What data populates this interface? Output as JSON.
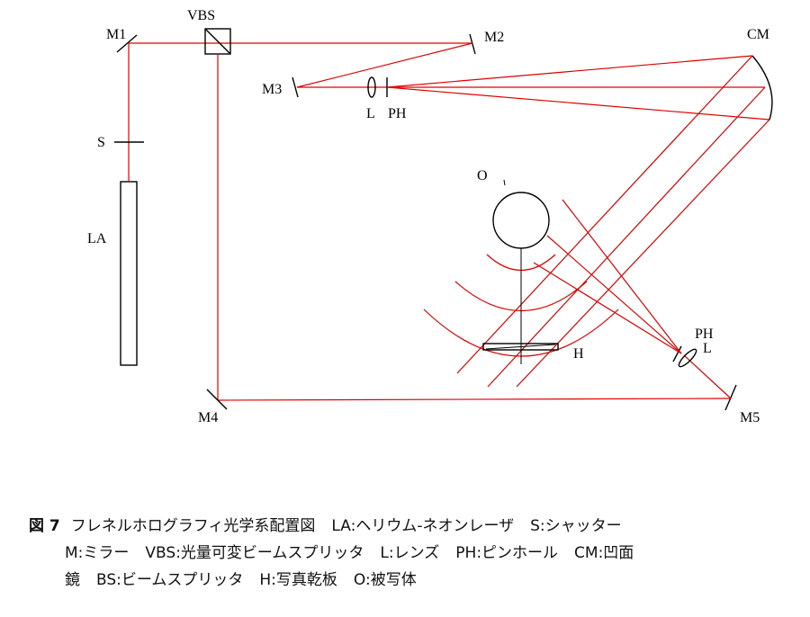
{
  "labels": {
    "m1": "M1",
    "vbs": "VBS",
    "m2": "M2",
    "m3": "M3",
    "cm": "CM",
    "s": "S",
    "la": "LA",
    "l_top": "L",
    "ph_top": "PH",
    "o": "O",
    "h": "H",
    "ph_right": "PH",
    "l_right": "L",
    "m4": "M4",
    "m5": "M5"
  },
  "caption": {
    "figure_number": "図 7",
    "line1_title": "フレネルホログラフィ光学系配置図",
    "line1_la": "LA:ヘリウム-ネオンレーザ",
    "line1_s": "S:シャッター",
    "line2_m": "M:ミラー",
    "line2_vbs": "VBS:光量可変ビームスプリッタ",
    "line2_l": "L:レンズ",
    "line2_ph": "PH:ピンホール",
    "line2_cm": "CM:凹面",
    "line3_cm_cont": "鏡",
    "line3_bs": "BS:ビームスプリッタ",
    "line3_h": "H:写真乾板",
    "line3_o": "O:被写体"
  },
  "colors": {
    "beam": "#e00000",
    "ink": "#000000"
  }
}
